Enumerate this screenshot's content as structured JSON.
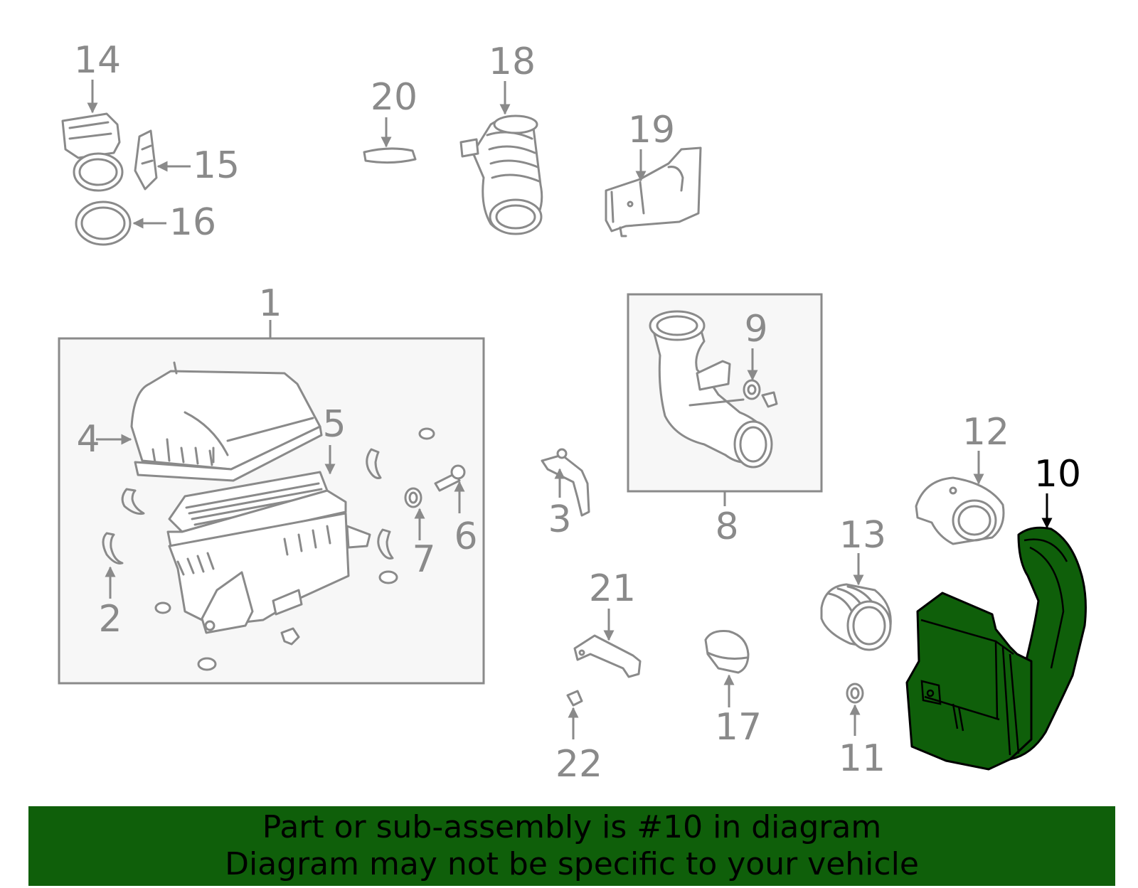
{
  "accent_color": "#0f5f0a",
  "parts_color": "#8a8a8a",
  "selected_part": "10",
  "callouts": {
    "c1": "1",
    "c2": "2",
    "c3": "3",
    "c4": "4",
    "c5": "5",
    "c6": "6",
    "c7": "7",
    "c8": "8",
    "c9": "9",
    "c10": "10",
    "c11": "11",
    "c12": "12",
    "c13": "13",
    "c14": "14",
    "c15": "15",
    "c16": "16",
    "c17": "17",
    "c18": "18",
    "c19": "19",
    "c20": "20",
    "c21": "21",
    "c22": "22"
  },
  "banner": {
    "line1": "Part or sub-assembly is #10 in diagram",
    "line2": "Diagram may not be specific to your vehicle"
  }
}
